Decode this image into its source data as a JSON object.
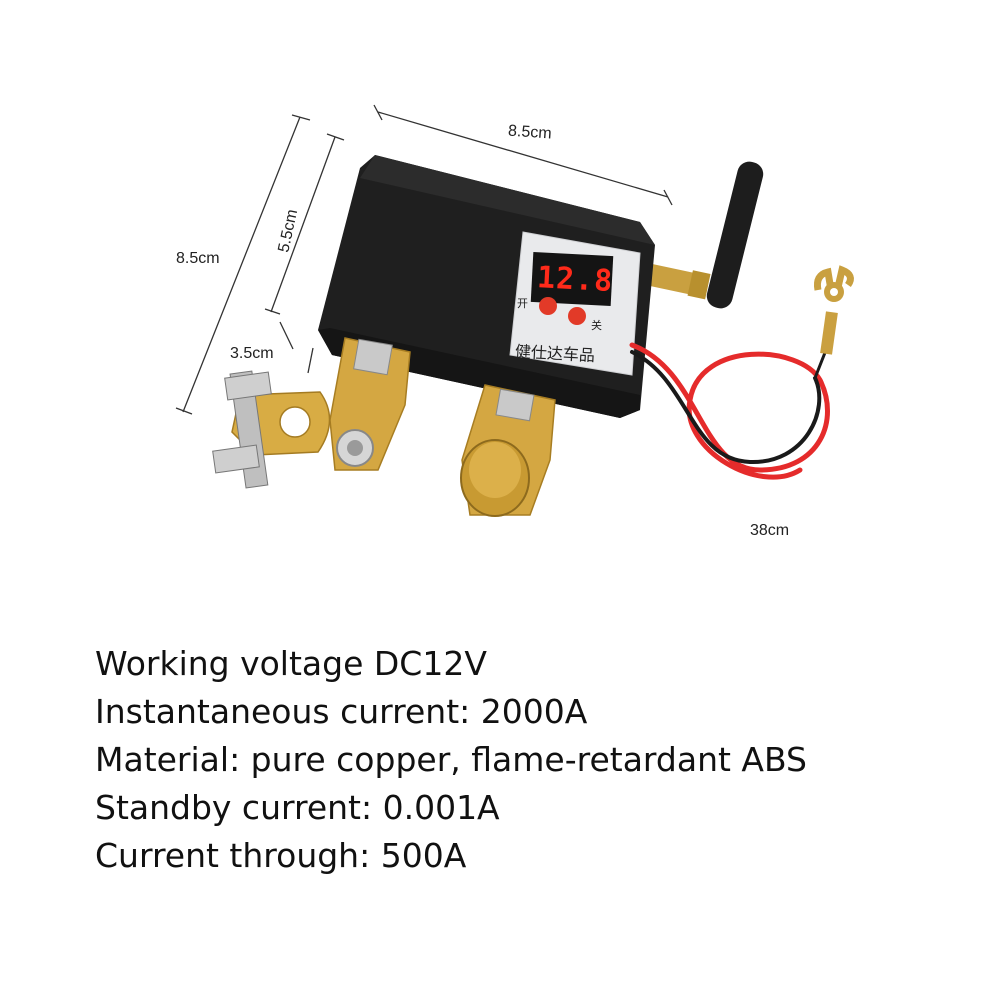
{
  "dimensions": {
    "top_width": "8.5cm",
    "left_height": "8.5cm",
    "body_height": "5.5cm",
    "terminal_offset": "3.5cm",
    "cable_length": "38cm"
  },
  "device": {
    "display_value": "12.8",
    "on_label": "开",
    "off_label": "关",
    "brand_text": "健仕达车品"
  },
  "specs": [
    "Working voltage DC12V",
    "Instantaneous current: 2000A",
    "Material: pure copper, flame-retardant ABS",
    "Standby current: 0.001A",
    "Current through: 500A"
  ]
}
